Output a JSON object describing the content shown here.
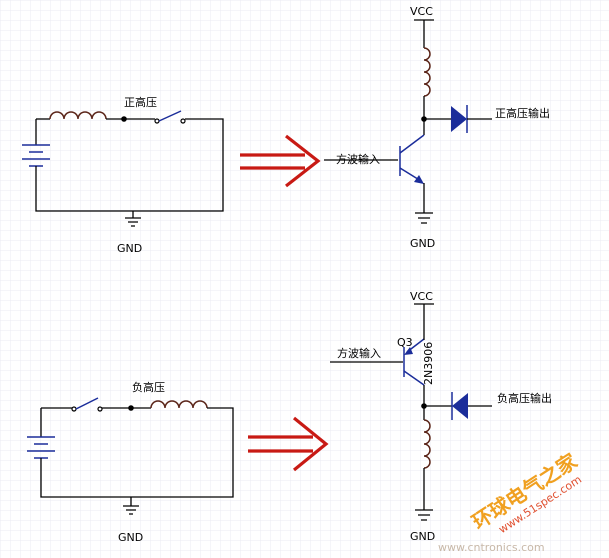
{
  "labels": {
    "vcc": "VCC",
    "gnd": "GND",
    "positive_hv": "正高压",
    "negative_hv": "负高压",
    "square_wave_input": "方波输入",
    "positive_hv_output": "正高压输出",
    "negative_hv_output": "负高压输出",
    "transistor_ref": "Q3",
    "transistor_part": "2N3906"
  },
  "watermark": {
    "brand": "环球电气之家",
    "site": "www.51spec.com",
    "footer": "www.cntronics.com"
  },
  "colors": {
    "grid": "#ebebf3",
    "wire": "#000000",
    "coil": "#5a2418",
    "component_blue": "#1b2d9a",
    "arrow_red": "#c81a14",
    "watermark_orange": "#f0a020"
  }
}
